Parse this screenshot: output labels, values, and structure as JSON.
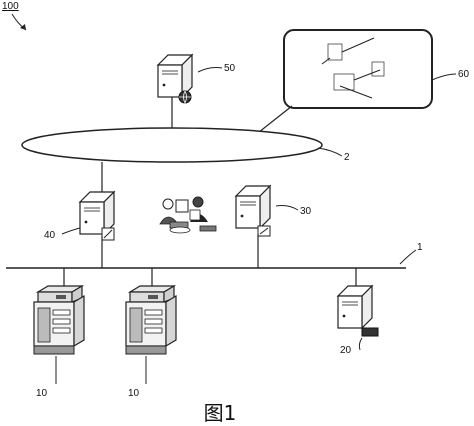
{
  "figure": {
    "caption": "图1",
    "system_ref": "100"
  },
  "nodes": {
    "server_50": {
      "ref": "50"
    },
    "network_2": {
      "ref": "2"
    },
    "terminal_60": {
      "ref": "60"
    },
    "server_40": {
      "ref": "40"
    },
    "server_30": {
      "ref": "30"
    },
    "bus_1": {
      "ref": "1"
    },
    "mfp_left": {
      "ref": "10"
    },
    "mfp_right": {
      "ref": "10"
    },
    "server_20": {
      "ref": "20"
    }
  }
}
